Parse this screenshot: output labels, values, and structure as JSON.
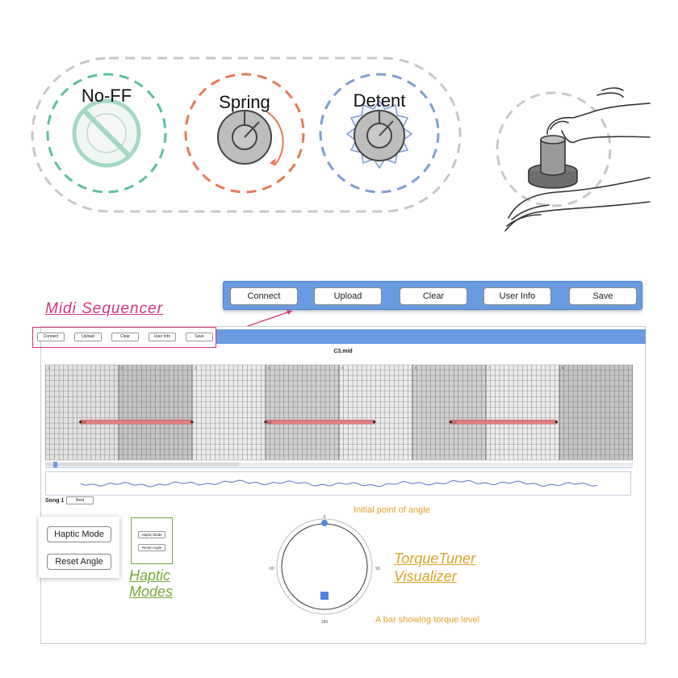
{
  "modes": {
    "no_ff": "No-FF",
    "spring": "Spring",
    "detent": "Detent"
  },
  "toolbar_zoom": {
    "connect": "Connect",
    "upload": "Upload",
    "clear": "Clear",
    "user_info": "User Info",
    "save": "Save"
  },
  "toolbar_small": {
    "connect": "Connect",
    "upload": "Upload",
    "clear": "Clear",
    "user_info": "User Info",
    "save": "Save"
  },
  "callouts": {
    "midi_sequencer": "Midi  Sequencer",
    "haptic_modes_line1": "Haptic",
    "haptic_modes_line2": "Modes",
    "torquetuner_line1": "TorqueTuner",
    "torquetuner_line2": "Visualizer",
    "initial_point": "Initial point of angle",
    "torque_bar": "A bar showing torque level"
  },
  "sequencer": {
    "file_name": "C3.mid",
    "bar_numbers": [
      "1",
      "2",
      "3",
      "4",
      "5",
      "6",
      "7",
      "8"
    ],
    "note_label": "C3",
    "song_label": "Song 1",
    "next_button": "Next"
  },
  "haptic_buttons": {
    "haptic_mode": "Haptic Mode",
    "reset_angle": "Reset Angle"
  },
  "dial": {
    "top": "0",
    "left": "-90",
    "right": "90",
    "bottom": "180"
  },
  "colors": {
    "accent_blue": "#6a9be0",
    "midi_pink": "#d6337d",
    "haptic_green": "#76a83a",
    "torque_orange": "#e0a42a",
    "note_red": "#e08080",
    "no_ff_green": "#5cc1a0",
    "spring_orange": "#e8795a",
    "detent_blue": "#7f9ed6"
  }
}
